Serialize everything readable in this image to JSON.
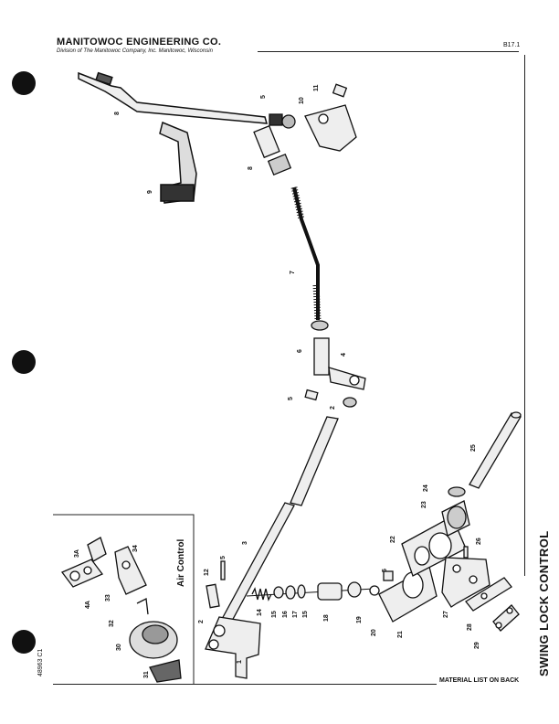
{
  "header": {
    "title": "MANITOWOC ENGINEERING CO.",
    "subtitle": "Division of The Manitowoc Company, Inc.        Manitowoc, Wisconsin",
    "page_code": "B17.1"
  },
  "side_title": "SWING LOCK CONTROL",
  "side_code": "48963 C1",
  "footer": "MATERIAL LIST ON BACK",
  "inset": {
    "label": "Air Control"
  },
  "callouts": {
    "c1": "1",
    "c2": "2",
    "c2b": "2",
    "c3": "3",
    "c3a": "3A",
    "c4": "4",
    "c4a": "4A",
    "c5": "5",
    "c5b": "5",
    "c5c": "5",
    "c5d": "5",
    "c6": "6",
    "c7": "7",
    "c8": "8",
    "c9": "9",
    "c10": "10",
    "c11": "11",
    "c12": "12",
    "c14": "14",
    "c15": "15",
    "c16": "16",
    "c17": "17",
    "c18": "18",
    "c19": "19",
    "c20": "20",
    "c21": "21",
    "c22": "22",
    "c23": "23",
    "c24": "24",
    "c25": "25",
    "c26": "26",
    "c27": "27",
    "c28": "28",
    "c29": "29",
    "c30": "30",
    "c31": "31",
    "c32": "32",
    "c33": "33",
    "c34": "34"
  }
}
